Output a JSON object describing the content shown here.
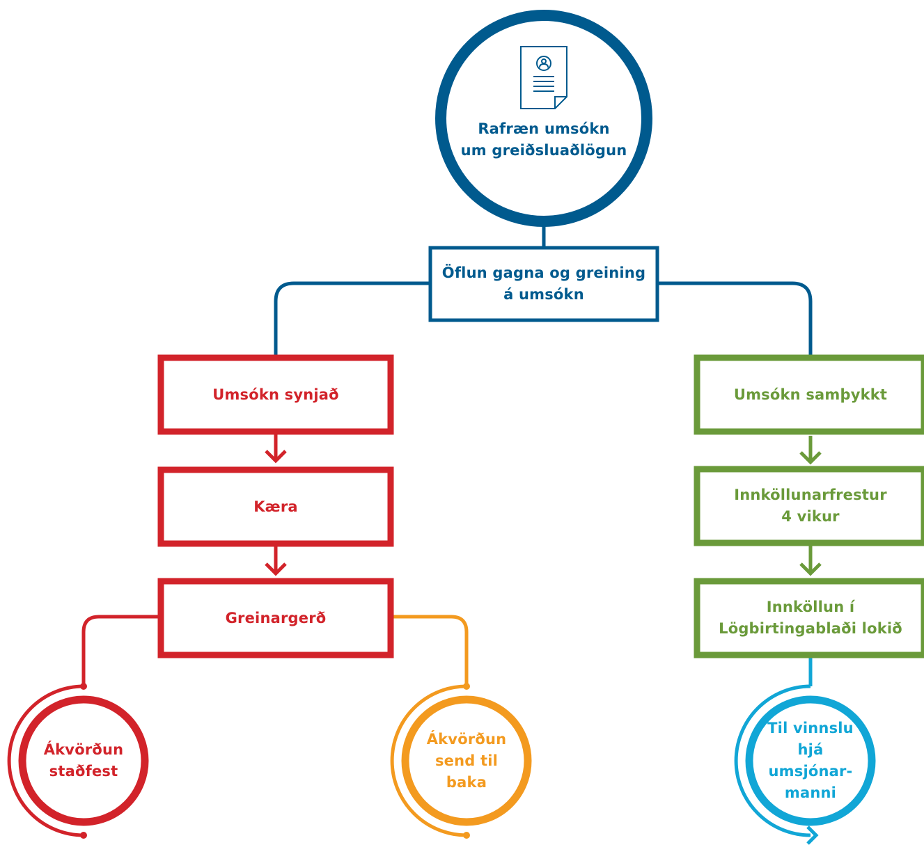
{
  "colors": {
    "blue": "#005a8e",
    "red": "#d2232a",
    "green": "#6a9a3a",
    "orange": "#f39a1f",
    "cyan": "#11a6d6"
  },
  "icon": "application-document-icon",
  "start": {
    "line1": "Rafræn umsókn",
    "line2": "um greiðsluaðlögun"
  },
  "review": {
    "line1": "Öflun gagna og greining",
    "line2": "á umsókn"
  },
  "rejected_branch": {
    "rejected": "Umsókn synjað",
    "appeal": "Kæra",
    "statement": "Greinargerð",
    "confirmed": {
      "line1": "Ákvörðun",
      "line2": "staðfest"
    },
    "returned": {
      "line1": "Ákvörðun",
      "line2": "send til",
      "line3": "baka"
    }
  },
  "approved_branch": {
    "approved": "Umsókn samþykkt",
    "notice_period": {
      "line1": "Innköllunarfrestur",
      "line2": "4 vikur"
    },
    "notice_done": {
      "line1": "Innköllun í",
      "line2": "Lögbirtingablaði lokið"
    },
    "processing": {
      "line1": "Til vinnslu",
      "line2": "hjá umsjónar-",
      "line3": "manni"
    }
  }
}
